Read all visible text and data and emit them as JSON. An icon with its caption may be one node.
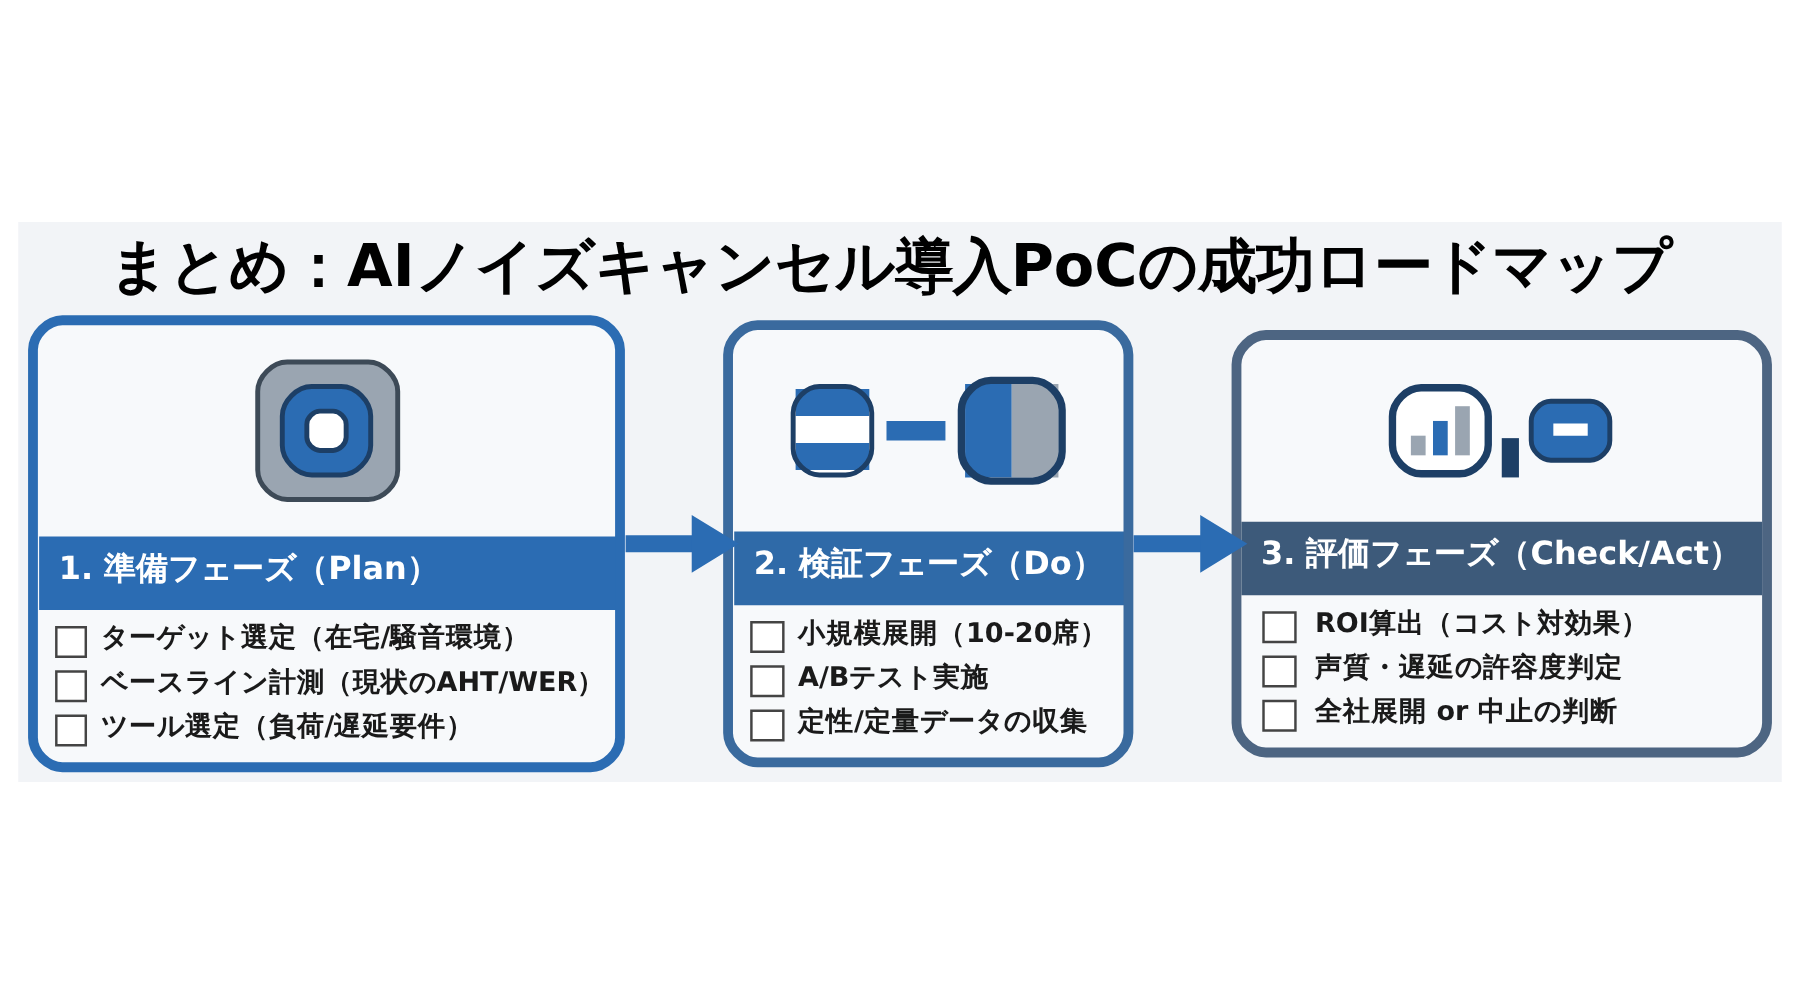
{
  "diagram": {
    "title": "まとめ：AIノイズキャンセル導入PoCの成功ロードマップ",
    "nodes": [
      {
        "text": [
          "1. 準備フェーズ（Plan）",
          "ターゲット選定（在宅/騒音環境）",
          "ベースライン計測（現状のAHT/WER）",
          "ツール選定（負荷/遅延要件）"
        ]
      },
      {
        "text": [
          "2. 検証フェーズ（Do）",
          "小規模展開（10-20席）",
          "A/Bテスト実施",
          "定性/定量データの収集"
        ]
      },
      {
        "text": [
          "3. 評価フェーズ（Check/Act）",
          "ROI算出（コスト対効果）",
          "声質・遅延の許容度判定",
          "全社展開 or 中止の判断"
        ]
      }
    ],
    "edges": [
      {
        "from": 0,
        "to": 1,
        "arrow": "to"
      },
      {
        "from": 1,
        "to": 2,
        "arrow": "to"
      }
    ]
  }
}
